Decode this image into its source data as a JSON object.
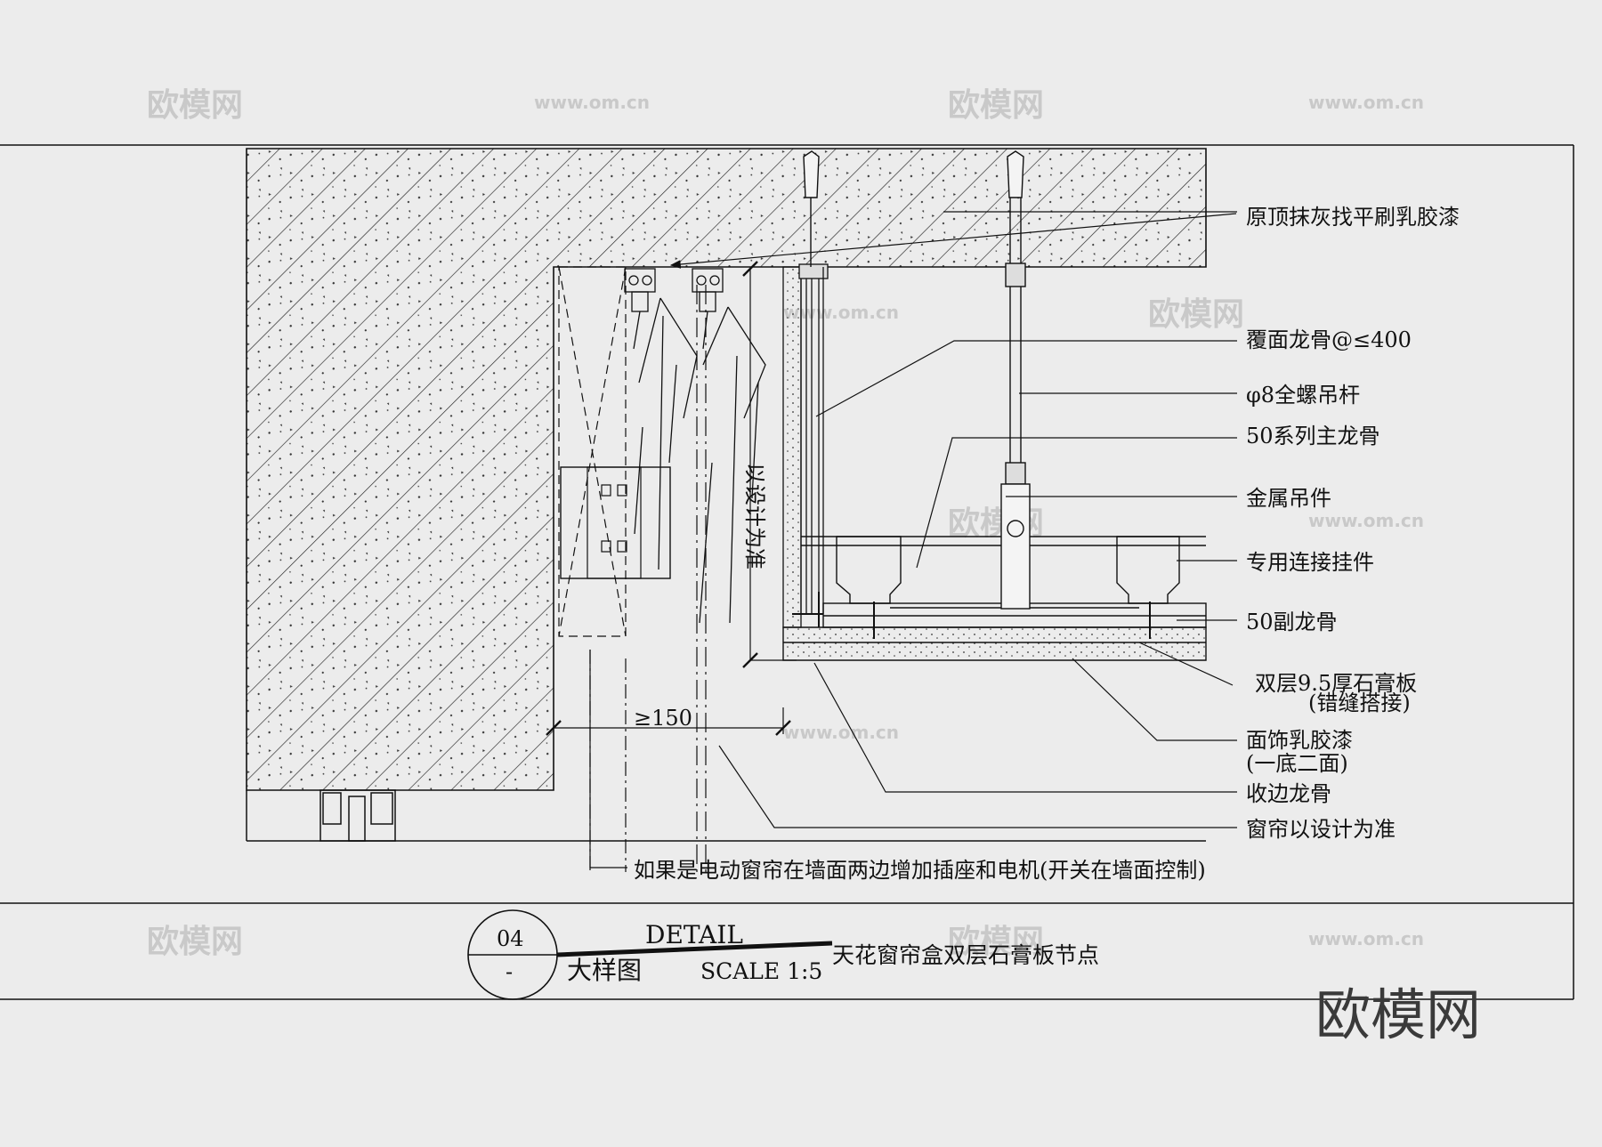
{
  "labels": {
    "ceiling_plaster": "原顶抹灰找平刷乳胶漆",
    "cover_keel": "覆面龙骨@≤400",
    "hanger_rod": "φ8全螺吊杆",
    "main_keel": "50系列主龙骨",
    "metal_hanger": "金属吊件",
    "connector": "专用连接挂件",
    "secondary_keel": "50副龙骨",
    "gypsum_1": "双层9.5厚石膏板",
    "gypsum_2": "(错缝搭接)",
    "paint_1": "面饰乳胶漆",
    "paint_2": "(一底二面)",
    "edge_keel": "收边龙骨",
    "curtain": "窗帘以设计为准",
    "vertical_note": "以设计为准",
    "dim_150": "≥150",
    "electric_note": "如果是电动窗帘在墙面两边增加插座和电机(开关在墙面控制)"
  },
  "title_block": {
    "number": "04",
    "sub": "-",
    "detail": "DETAIL",
    "detail_cn": "大样图",
    "scale": "SCALE 1:5",
    "name": "天花窗帘盒双层石膏板节点"
  },
  "watermark": {
    "text": "欧模网",
    "url": "www.om.cn",
    "big": "欧模网"
  },
  "colors": {
    "line": "#111111",
    "paper": "#ececec",
    "watermark": "#c9c9c9"
  }
}
